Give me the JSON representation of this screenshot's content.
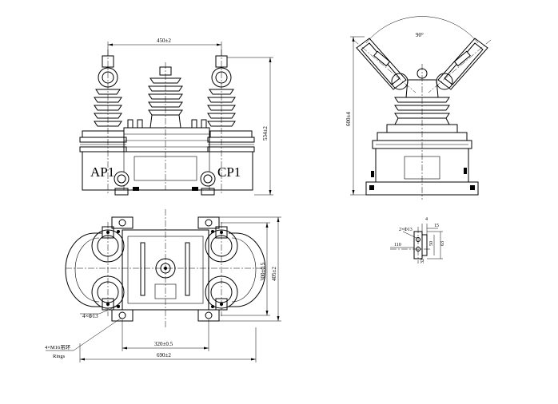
{
  "front_view": {
    "dim_top": "450±2",
    "dim_height": "534±2",
    "label_left": "AP1",
    "label_right": "CP1"
  },
  "side_view": {
    "dim_angle": "90°",
    "dim_height": "600±4"
  },
  "plan_view": {
    "dim_inner_height": "300±0.5",
    "dim_outer_height": "405±2",
    "dim_holes": "4×Φ13",
    "dim_bolt_spacing": "320±0.5",
    "dim_total_width": "690±2",
    "note_rings_cn": "4×M16吊环",
    "note_rings_en": "Rings"
  },
  "detail": {
    "dim_hole": "2×Φ13",
    "dim_4": "4",
    "dim_15": "15",
    "dim_110": "110",
    "dim_50": "50",
    "dim_63": "63",
    "dim_32": "32"
  }
}
